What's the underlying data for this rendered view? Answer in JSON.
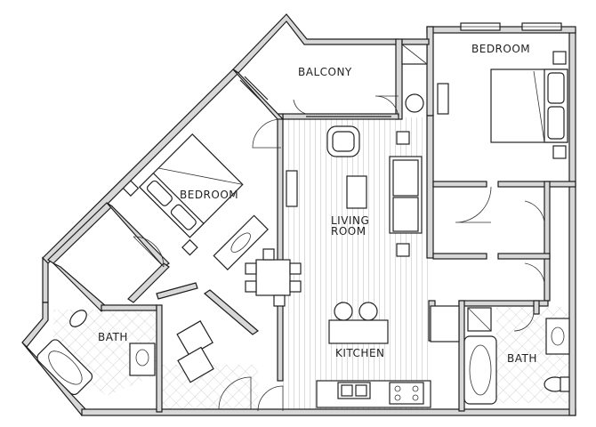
{
  "plan": {
    "rooms": {
      "balcony": "BALCONY",
      "bedroom_left": "BEDROOM",
      "bedroom_right": "BEDROOM",
      "living_room_line1": "LIVING",
      "living_room_line2": "ROOM",
      "kitchen": "KITCHEN",
      "bath_left": "BATH",
      "bath_right": "BATH"
    },
    "colors": {
      "wall": "#d8d8d8",
      "outline": "#1c1c1c",
      "floor_hatch": "#9a9a9a",
      "tile": "#b5b5b5",
      "background": "#ffffff"
    }
  }
}
